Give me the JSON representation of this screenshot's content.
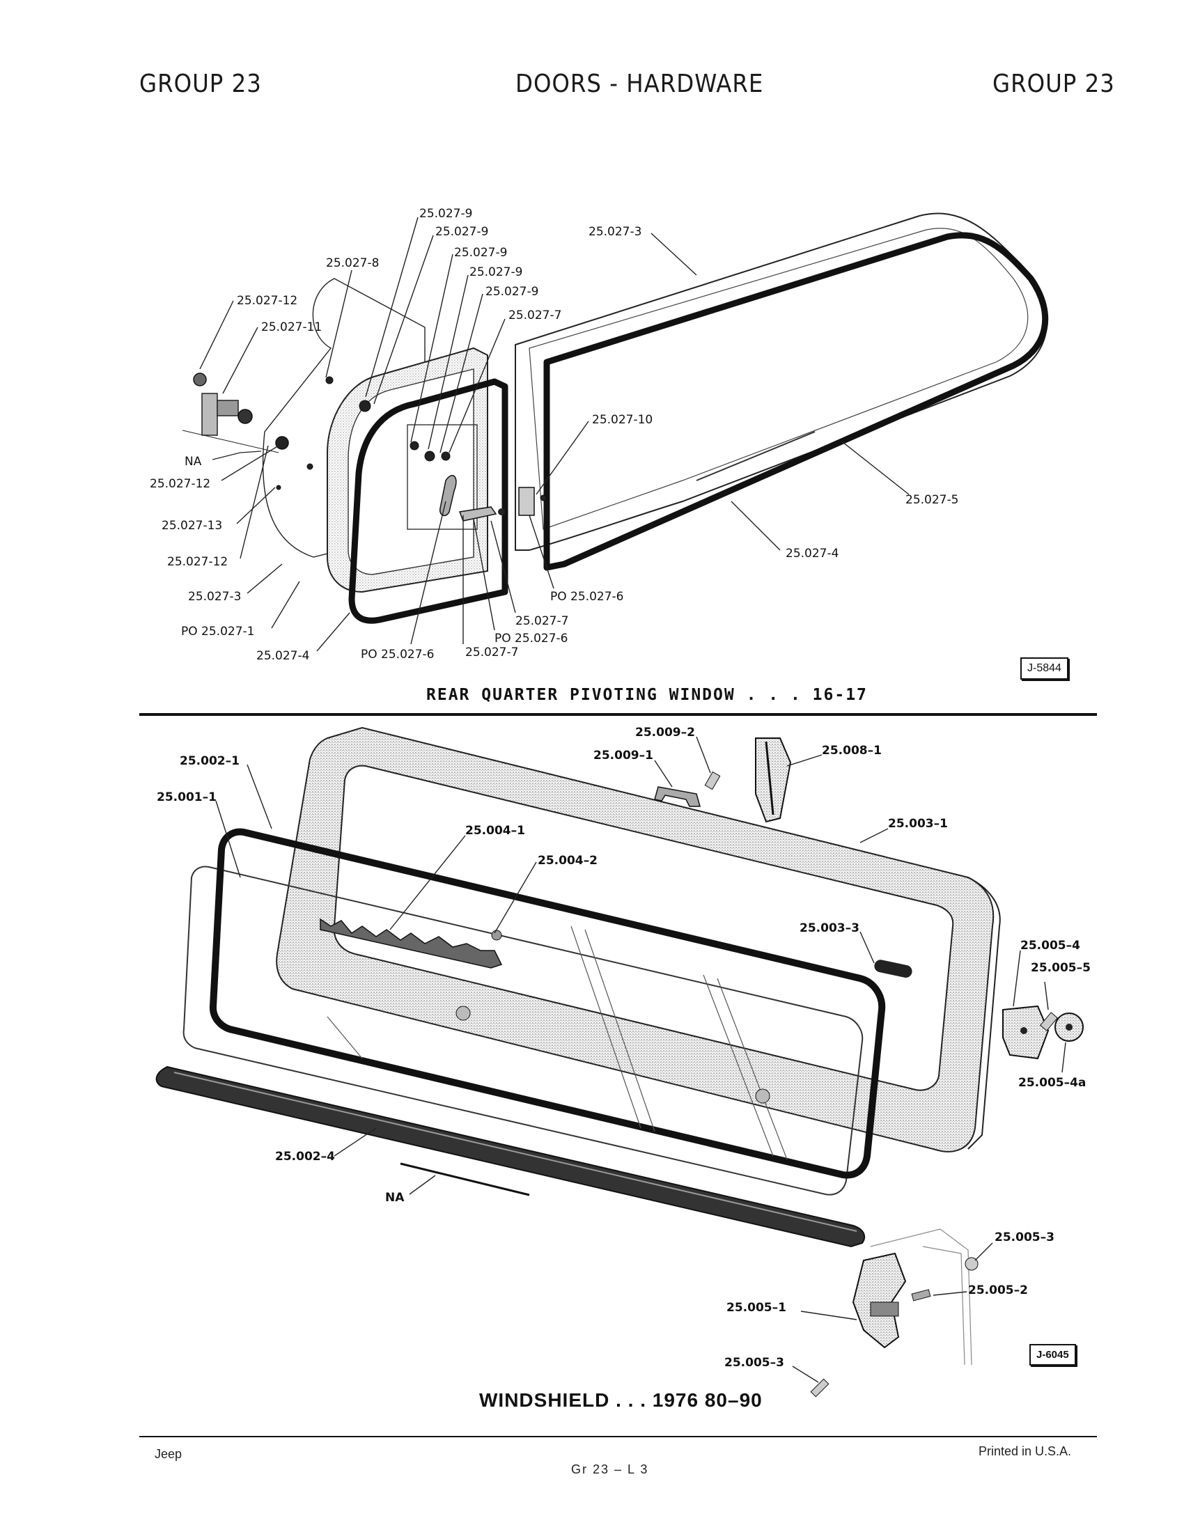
{
  "header": {
    "left": "GROUP 23",
    "center": "DOORS - HARDWARE",
    "right": "GROUP 23"
  },
  "figure1": {
    "caption": "REAR QUARTER PIVOTING WINDOW . . . 16-17",
    "ref": "J-5844",
    "labels": [
      "25.027-9",
      "25.027-9",
      "25.027-9",
      "25.027-9",
      "25.027-9",
      "25.027-8",
      "25.027-3",
      "25.027-12",
      "25.027-11",
      "25.027-7",
      "25.027-10",
      "NA",
      "25.027-12",
      "25.027-13",
      "25.027-12",
      "25.027-3",
      "PO 25.027-1",
      "25.027-4",
      "PO 25.027-6",
      "25.027-7",
      "PO 25.027-6",
      "25.027-7",
      "PO 25.027-6",
      "25.027-5",
      "25.027-4"
    ]
  },
  "figure2": {
    "caption": "WINDSHIELD . . . 1976 80–90",
    "ref": "J-6045",
    "labels": [
      "25.002–1",
      "25.001–1",
      "25.004–1",
      "25.004–2",
      "25.009–2",
      "25.009–1",
      "25.008–1",
      "25.003–1",
      "25.003–3",
      "25.005–4",
      "25.005–5",
      "25.005–4a",
      "25.002–4",
      "NA",
      "25.005–3",
      "25.005–1",
      "25.005–2",
      "25.005–3"
    ]
  },
  "footer": {
    "left": "Jeep",
    "center": "Gr 23 – L 3",
    "right": "Printed in U.S.A."
  }
}
